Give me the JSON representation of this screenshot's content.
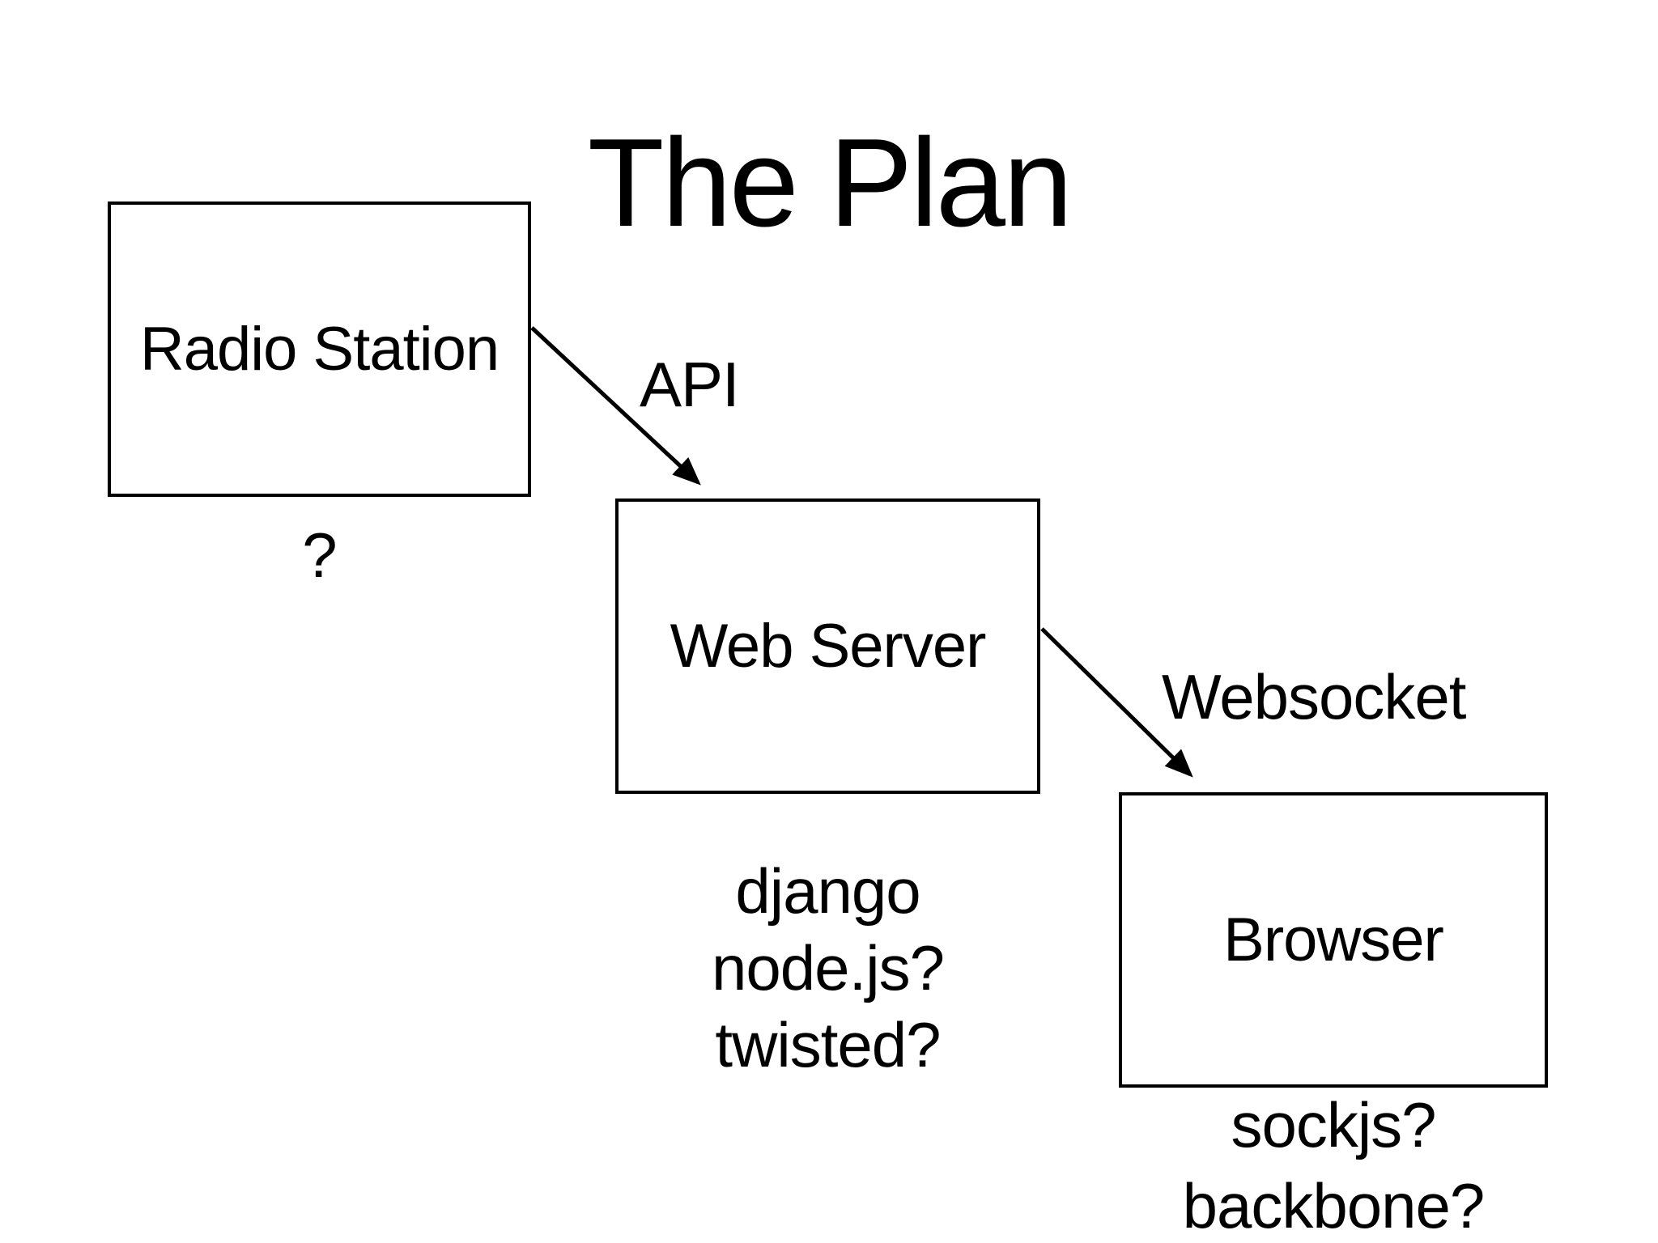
{
  "slide": {
    "title": "The Plan",
    "colors": {
      "background": "#ffffff",
      "foreground": "#000000"
    },
    "boxes": [
      {
        "id": "radio-station",
        "label": "Radio Station",
        "annotation_lines": [
          "?"
        ]
      },
      {
        "id": "web-server",
        "label": "Web Server",
        "annotation_lines": [
          "django",
          "node.js?",
          "twisted?"
        ]
      },
      {
        "id": "browser",
        "label": "Browser",
        "annotation_lines": [
          "sockjs?",
          "backbone?"
        ]
      }
    ],
    "arrows": [
      {
        "from": "radio-station",
        "to": "web-server",
        "label": "API"
      },
      {
        "from": "web-server",
        "to": "browser",
        "label": "Websocket"
      }
    ]
  }
}
